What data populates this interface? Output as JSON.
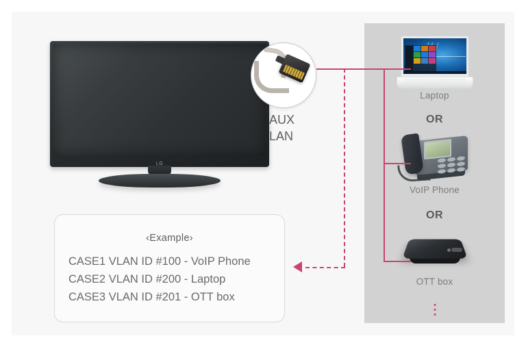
{
  "diagram": {
    "title_hidden": "LG TV AUX LAN VLAN connection diagram",
    "accent_color": "#c8456e",
    "panel_color": "#d2d2d2",
    "background_color": "#f7f7f7"
  },
  "tv": {
    "brand_logo": "LG",
    "port_label_line1": "AUX",
    "port_label_line2": "LAN",
    "connector_icon": "rj45-plug-icon"
  },
  "devices": {
    "items": [
      {
        "id": "laptop",
        "caption": "Laptop",
        "icon": "laptop-icon"
      },
      {
        "id": "voip-phone",
        "caption": "VoIP Phone",
        "icon": "voip-phone-icon"
      },
      {
        "id": "ott-box",
        "caption": "OTT box",
        "icon": "ott-box-icon"
      }
    ],
    "separator_label": "OR",
    "continuation_icon": "vertical-ellipsis-icon"
  },
  "example": {
    "title": "‹Example›",
    "cases": [
      "CASE1 VLAN ID #100 - VoIP Phone",
      "CASE2 VLAN ID #200 - Laptop",
      "CASE3 VLAN ID #201 - OTT box"
    ]
  }
}
